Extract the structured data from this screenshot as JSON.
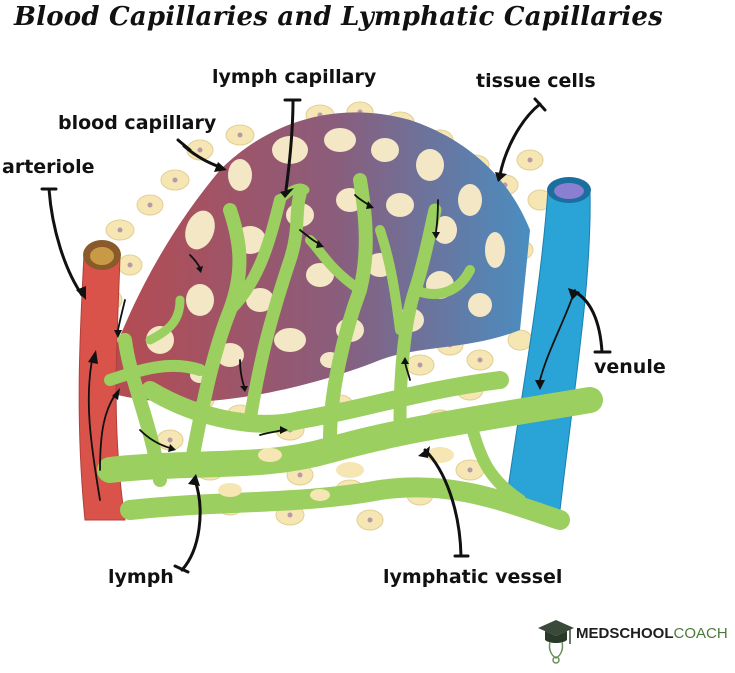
{
  "title": "Blood Capillaries and Lymphatic Capillaries",
  "labels": {
    "lymph_capillary": "lymph capillary",
    "blood_capillary": "blood capillary",
    "tissue_cells": "tissue cells",
    "arteriole": "arteriole",
    "venule": "venule",
    "lymph": "lymph",
    "lymphatic_vessel": "lymphatic vessel"
  },
  "logo": {
    "part1": "MEDSCHOOL",
    "part2": "COACH"
  },
  "colors": {
    "arteriole": "#d9534a",
    "venule": "#2aa3d6",
    "lymphatic": "#9bcf5f",
    "tissue_cell": "#f5e6b3",
    "cell_nucleus": "#b79aa7",
    "blood_capillary_start": "#b84a4f",
    "blood_capillary_end": "#4a8dc0"
  }
}
